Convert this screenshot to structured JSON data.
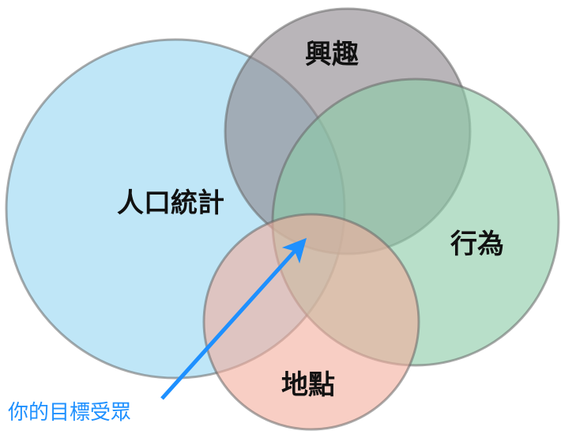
{
  "sets": [
    {
      "id": "demographics",
      "label": "人口統計",
      "color": "#B4E2F6"
    },
    {
      "id": "interests",
      "label": "興趣",
      "color": "#A8A2A8"
    },
    {
      "id": "behavior",
      "label": "行為",
      "color": "#A6D6BC"
    },
    {
      "id": "location",
      "label": "地點",
      "color": "#F6BCAE"
    }
  ],
  "annotation": {
    "label": "你的目標受眾",
    "color": "#1E90FF"
  }
}
